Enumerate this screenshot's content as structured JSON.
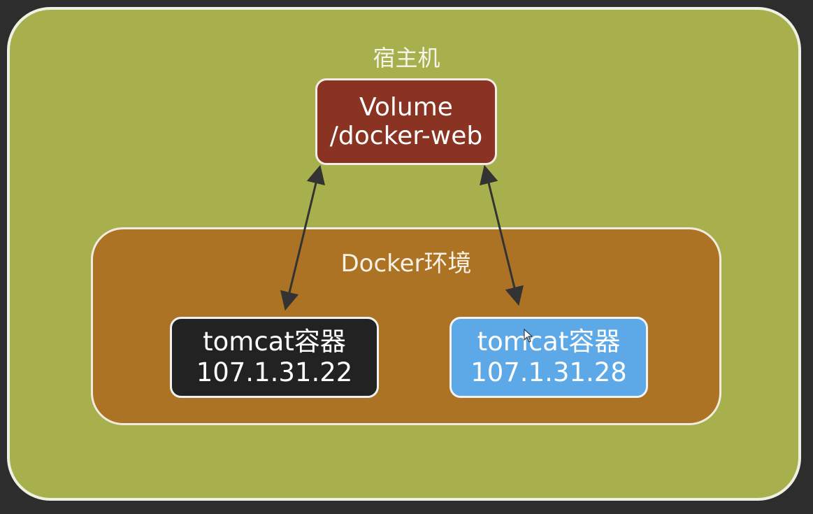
{
  "host": {
    "label": "宿主机"
  },
  "volume": {
    "line1": "Volume",
    "line2": "/docker-web"
  },
  "docker_env": {
    "label": "Docker环境"
  },
  "containers": [
    {
      "name": "tomcat容器",
      "ip": "107.1.31.22"
    },
    {
      "name": "tomcat容器",
      "ip": "107.1.31.28"
    }
  ],
  "colors": {
    "host_bg": "#a8b04e",
    "volume_bg": "#8a3322",
    "docker_bg": "#ac7324",
    "container1_bg": "#222222",
    "container2_bg": "#5da8e6",
    "arrow": "#333333"
  }
}
